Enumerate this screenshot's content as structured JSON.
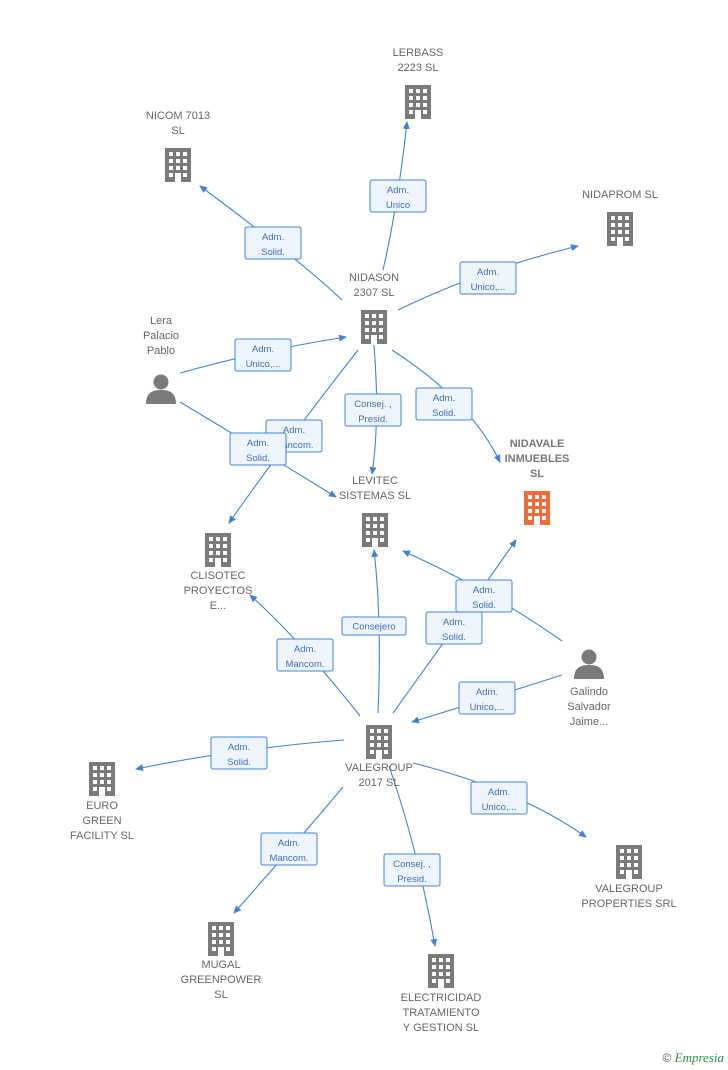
{
  "colors": {
    "edge": "#3f83d6",
    "company": "#7a7a7a",
    "person": "#7a7a7a",
    "focus": "#f26a35",
    "label_bg": "#eef4fc"
  },
  "nodes": [
    {
      "id": "lerbass",
      "type": "company",
      "label": [
        "LERBASS",
        "2223  SL"
      ]
    },
    {
      "id": "nicom",
      "type": "company",
      "label": [
        "NICOM 7013",
        "SL"
      ]
    },
    {
      "id": "nidaprom",
      "type": "company",
      "label": [
        "NIDAPROM  SL"
      ]
    },
    {
      "id": "nidason",
      "type": "company",
      "label": [
        "NIDASON",
        "2307  SL"
      ]
    },
    {
      "id": "lera",
      "type": "person",
      "label": [
        "Lera",
        "Palacio",
        "Pablo"
      ]
    },
    {
      "id": "nidavale",
      "type": "focus",
      "label": [
        "NIDAVALE",
        "INMUEBLES",
        "SL"
      ]
    },
    {
      "id": "levitec",
      "type": "company",
      "label": [
        "LEVITEC",
        "SISTEMAS  SL"
      ]
    },
    {
      "id": "clisotec",
      "type": "company",
      "label": [
        "CLISOTEC",
        "PROYECTOS",
        "E..."
      ]
    },
    {
      "id": "galindo",
      "type": "person",
      "label": [
        "Galindo",
        "Salvador",
        "Jaime..."
      ]
    },
    {
      "id": "valegroup",
      "type": "company",
      "label": [
        "VALEGROUP",
        "2017  SL"
      ]
    },
    {
      "id": "euro",
      "type": "company",
      "label": [
        "EURO",
        "GREEN",
        "FACILITY  SL"
      ]
    },
    {
      "id": "valeprops",
      "type": "company",
      "label": [
        "VALEGROUP",
        "PROPERTIES SRL"
      ]
    },
    {
      "id": "mugal",
      "type": "company",
      "label": [
        "MUGAL",
        "GREENPOWER",
        "SL"
      ]
    },
    {
      "id": "electricidad",
      "type": "company",
      "label": [
        "ELECTRICIDAD",
        "TRATAMIENTO",
        "Y GESTION  SL"
      ]
    }
  ],
  "edges": [
    {
      "from": "nidason",
      "to": "lerbass",
      "label": [
        "Adm.",
        "Unico"
      ]
    },
    {
      "from": "nidason",
      "to": "nicom",
      "label": [
        "Adm.",
        "Solid."
      ]
    },
    {
      "from": "nidason",
      "to": "nidaprom",
      "label": [
        "Adm.",
        "Unico,..."
      ]
    },
    {
      "from": "nidason",
      "to": "levitec",
      "label": [
        "Consej. ,",
        "Presid."
      ]
    },
    {
      "from": "nidason",
      "to": "nidavale",
      "label": [
        "Adm.",
        "Solid."
      ]
    },
    {
      "from": "nidason",
      "to": "clisotec",
      "label": [
        "Adm.",
        "Mancom."
      ]
    },
    {
      "from": "lera",
      "to": "nidason",
      "label": [
        "Adm.",
        "Unico,..."
      ]
    },
    {
      "from": "lera",
      "to": "levitec",
      "label": [
        "Adm.",
        "Solid."
      ]
    },
    {
      "from": "valegroup",
      "to": "levitec",
      "label": [
        "Consejero"
      ]
    },
    {
      "from": "valegroup",
      "to": "nidavale",
      "label": [
        "Adm.",
        "Solid."
      ]
    },
    {
      "from": "valegroup",
      "to": "clisotec",
      "label": [
        "Adm.",
        "Mancom."
      ]
    },
    {
      "from": "galindo",
      "to": "levitec",
      "label": [
        "Adm.",
        "Solid."
      ]
    },
    {
      "from": "galindo",
      "to": "valegroup",
      "label": [
        "Adm.",
        "Unico,..."
      ]
    },
    {
      "from": "valegroup",
      "to": "euro",
      "label": [
        "Adm.",
        "Solid."
      ]
    },
    {
      "from": "valegroup",
      "to": "valeprops",
      "label": [
        "Adm.",
        "Unico,..."
      ]
    },
    {
      "from": "valegroup",
      "to": "mugal",
      "label": [
        "Adm.",
        "Mancom."
      ]
    },
    {
      "from": "valegroup",
      "to": "electricidad",
      "label": [
        "Consej. ,",
        "Presid."
      ]
    }
  ],
  "footer": {
    "copyright": "©",
    "brand": "Empresia"
  }
}
